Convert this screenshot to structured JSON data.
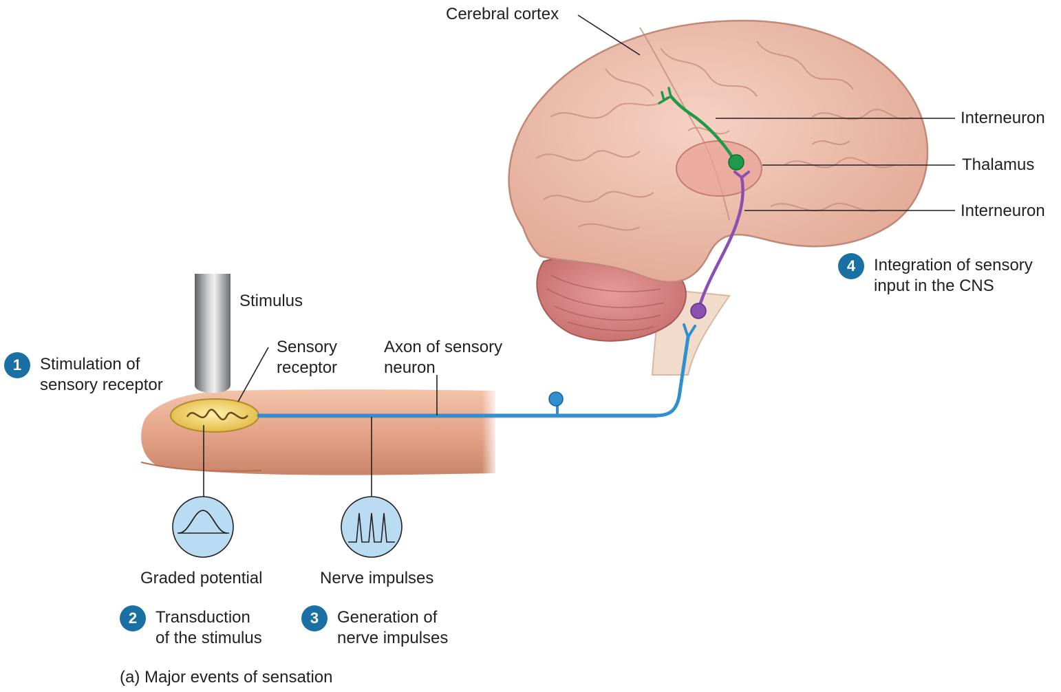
{
  "labels": {
    "cerebral_cortex": "Cerebral cortex",
    "interneuron_top": "Interneuron",
    "thalamus": "Thalamus",
    "interneuron_bottom": "Interneuron",
    "stimulus": "Stimulus",
    "sensory_receptor": [
      "Sensory",
      "receptor"
    ],
    "axon": [
      "Axon of sensory",
      "neuron"
    ],
    "graded_potential": "Graded potential",
    "nerve_impulses": "Nerve impulses",
    "caption": "(a) Major events of sensation"
  },
  "steps": [
    {
      "number": "1",
      "lines": [
        "Stimulation of",
        "sensory receptor"
      ]
    },
    {
      "number": "2",
      "lines": [
        "Transduction",
        "of the stimulus"
      ]
    },
    {
      "number": "3",
      "lines": [
        "Generation of",
        "nerve impulses"
      ]
    },
    {
      "number": "4",
      "lines": [
        "Integration of sensory",
        "input in the CNS"
      ]
    }
  ],
  "colors": {
    "sensory_neuron": "#2f8fcf",
    "interneuron_green": "#1f9a4a",
    "interneuron_purple": "#8a4fb0",
    "badge": "#1a6fa3",
    "brain": "#efbfae",
    "cerebellum": "#d9888a",
    "finger": "#e8a98c",
    "graph_circle": "#b9dcf3"
  },
  "icons": {
    "stimulus_probe": "gray-cylinder-probe",
    "graded_potential_graph": "single-hump-wave",
    "nerve_impulses_graph": "three-spike-wave"
  }
}
